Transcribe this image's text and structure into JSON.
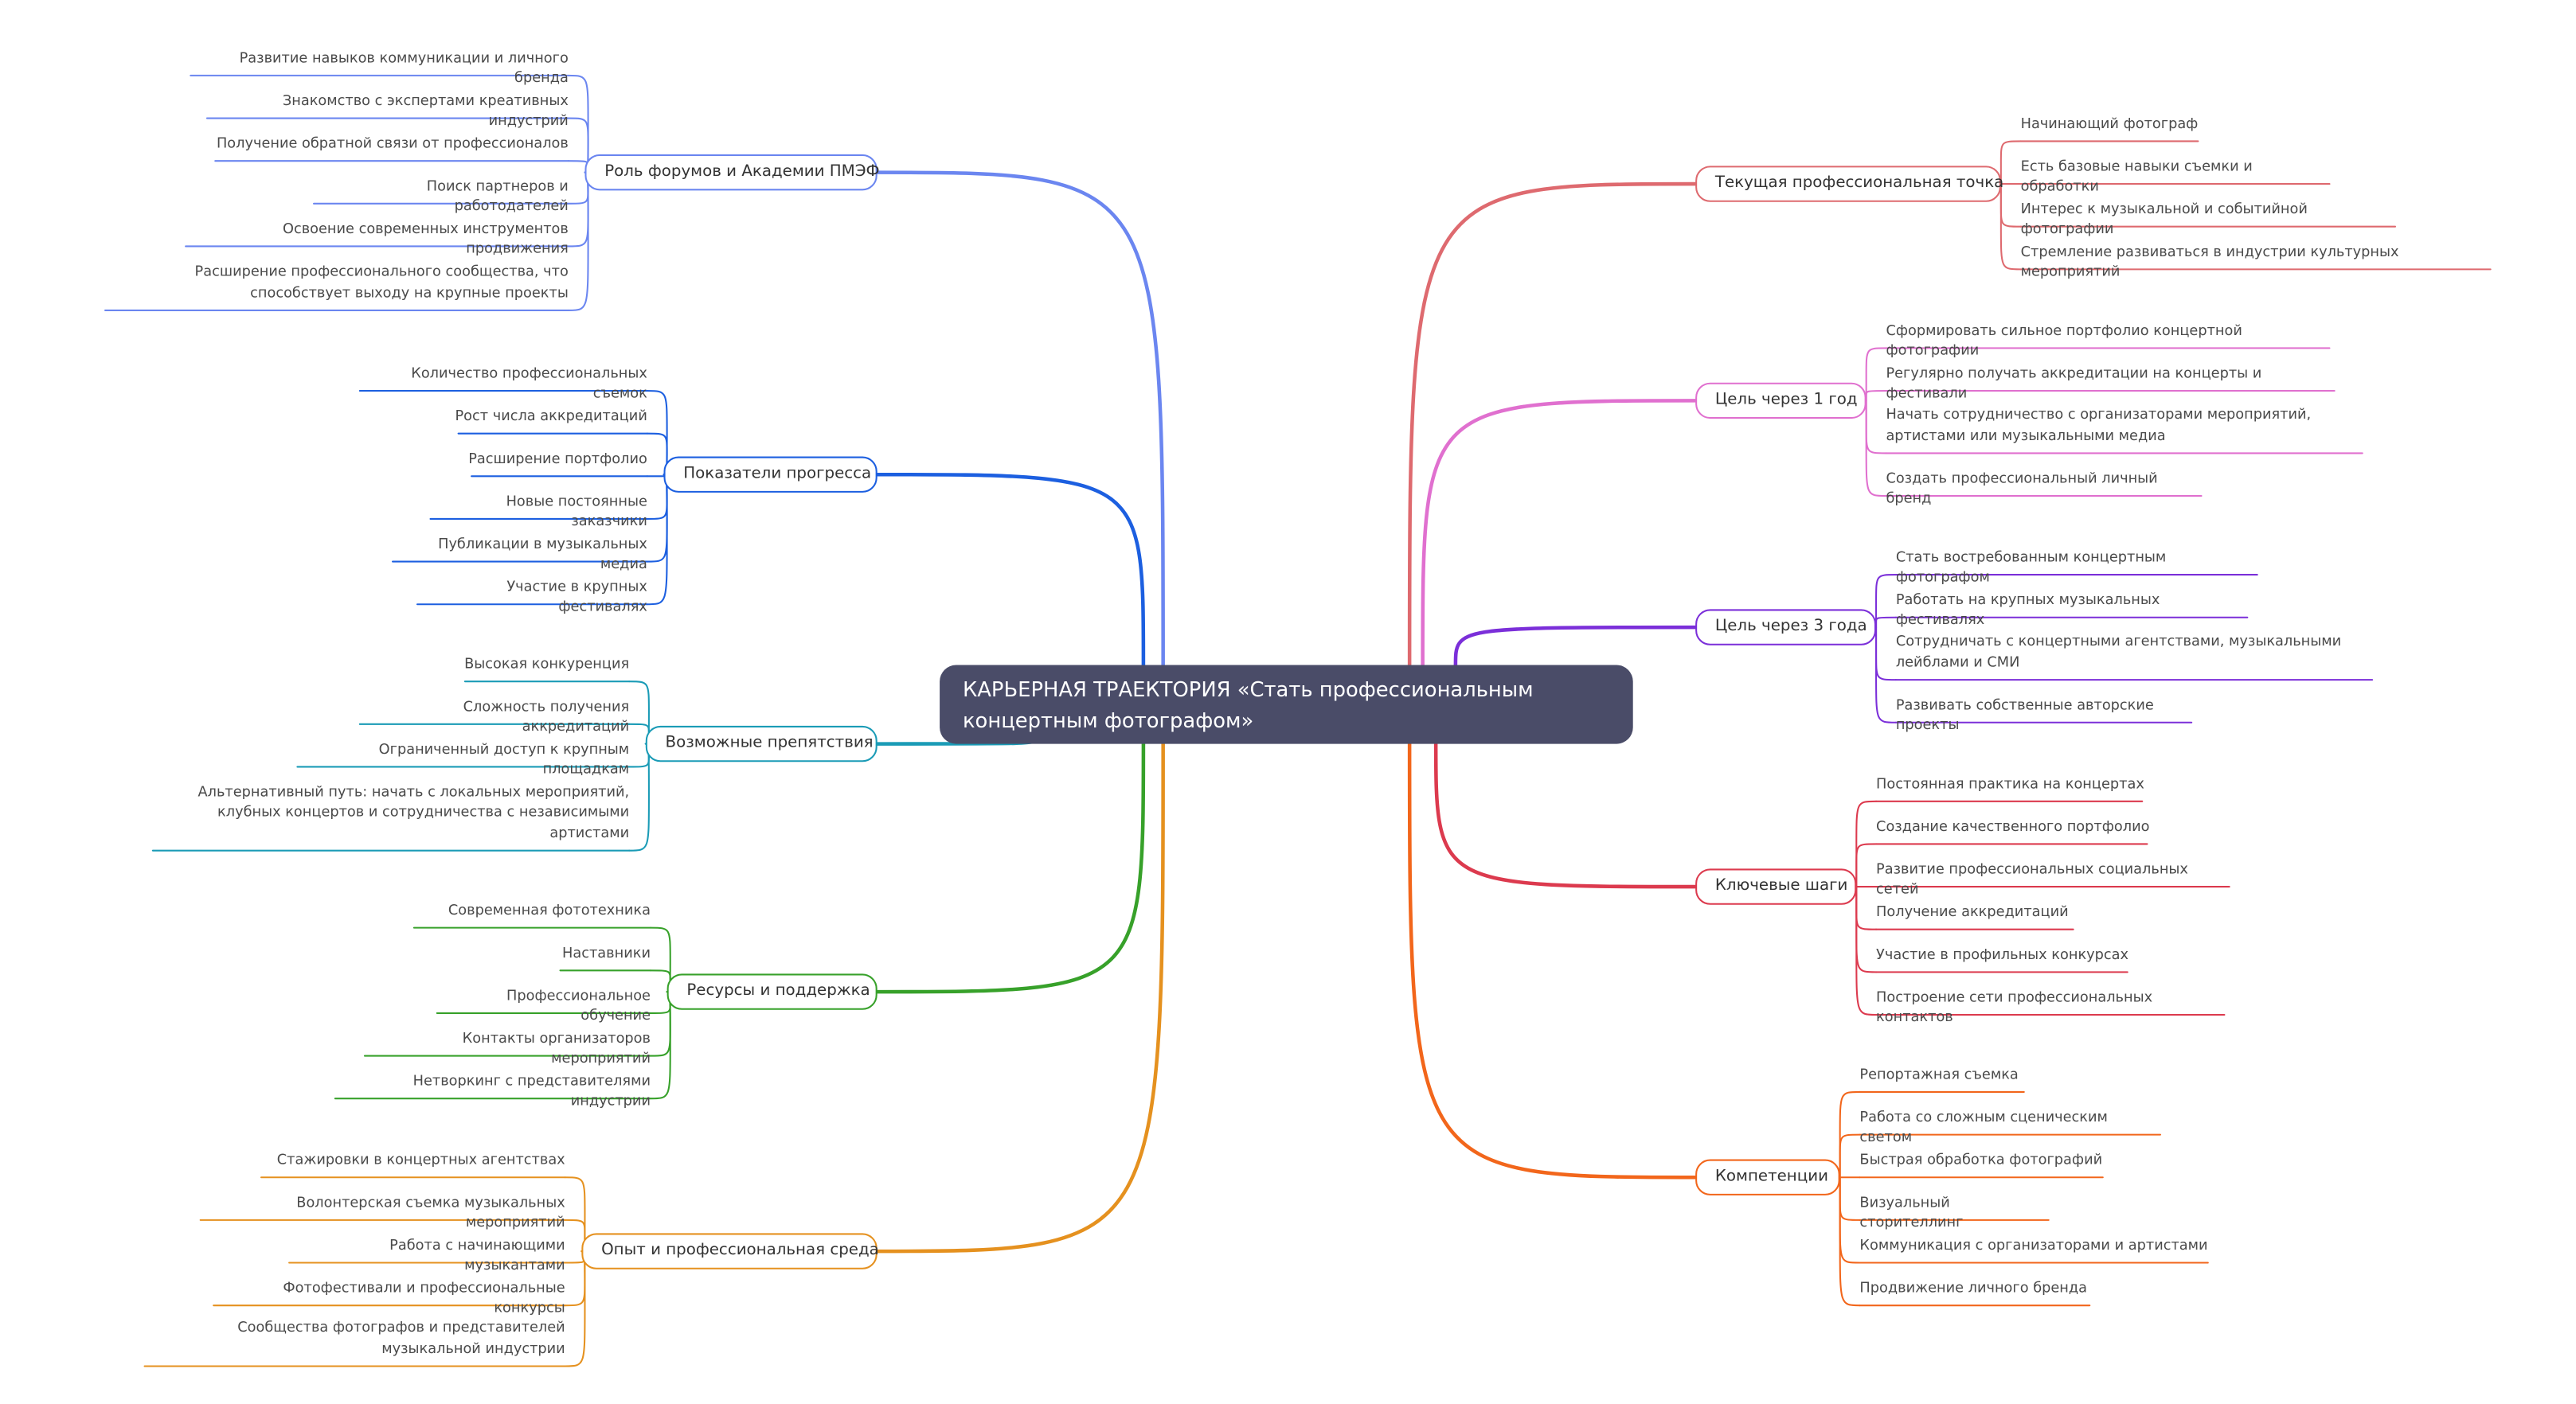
{
  "root": {
    "title": "КАРЬЕРНАЯ ТРАЕКТОРИЯ «Стать профессиональным концертным фотографом»"
  },
  "branches": [
    {
      "id": "b1",
      "label": "Роль форумов и Академии ПМЭФ",
      "color": "#6b86f0",
      "leaves": [
        "Развитие навыков коммуникации и личного бренда",
        "Знакомство с экспертами креативных индустрий",
        "Получение обратной связи от профессионалов",
        "Поиск партнеров и работодателей",
        "Освоение современных инструментов продвижения",
        "Расширение профессионального сообщества, что способствует выходу на крупные проекты"
      ]
    },
    {
      "id": "b2",
      "label": "Показатели прогресса",
      "color": "#1c5fe0",
      "leaves": [
        "Количество профессиональных съемок",
        "Рост числа аккредитаций",
        "Расширение портфолио",
        "Новые постоянные заказчики",
        "Публикации в музыкальных медиа",
        "Участие в крупных фестивалях"
      ]
    },
    {
      "id": "b3",
      "label": "Возможные препятствия",
      "color": "#1a9bb6",
      "leaves": [
        "Высокая конкуренция",
        "Сложность получения аккредитаций",
        "Ограниченный доступ к крупным площадкам",
        "Альтернативный путь: начать с локальных мероприятий, клубных концертов и сотрудничества с независимыми артистами"
      ]
    },
    {
      "id": "b4",
      "label": "Ресурсы и поддержка",
      "color": "#37a12a",
      "leaves": [
        "Современная фототехника",
        "Наставники",
        "Профессиональное обучение",
        "Контакты организаторов мероприятий",
        "Нетворкинг с представителями индустрии"
      ]
    },
    {
      "id": "b5",
      "label": "Опыт и профессиональная среда",
      "color": "#e5911f",
      "leaves": [
        "Стажировки в концертных агентствах",
        "Волонтерская съемка музыкальных мероприятий",
        "Работа с начинающими музыкантами",
        "Фотофестивали и профессиональные конкурсы",
        "Сообщества фотографов и представителей музыкальной индустрии"
      ]
    },
    {
      "id": "b6",
      "label": "Текущая профессиональная точка",
      "color": "#de6a6f",
      "leaves": [
        "Начинающий фотограф",
        "Есть базовые навыки съемки и обработки",
        "Интерес к музыкальной и событийной фотографии",
        "Стремление развиваться в индустрии культурных мероприятий"
      ]
    },
    {
      "id": "b7",
      "label": "Цель через 1 год",
      "color": "#e070cf",
      "leaves": [
        "Сформировать сильное портфолио концертной фотографии",
        "Регулярно получать аккредитации на концерты и фестивали",
        "Начать сотрудничество с организаторами мероприятий, артистами или музыкальными медиа",
        "Создать профессиональный личный бренд"
      ]
    },
    {
      "id": "b8",
      "label": "Цель через 3 года",
      "color": "#7b2fd9",
      "leaves": [
        "Стать востребованным концертным фотографом",
        "Работать на крупных музыкальных фестивалях",
        "Сотрудничать с концертными агентствами, музыкальными лейблами и СМИ",
        "Развивать собственные авторские проекты"
      ]
    },
    {
      "id": "b9",
      "label": "Ключевые шаги",
      "color": "#dc3a4e",
      "leaves": [
        "Постоянная практика на концертах",
        "Создание качественного портфолио",
        "Развитие профессиональных социальных сетей",
        "Получение аккредитаций",
        "Участие в профильных конкурсах",
        "Построение сети профессиональных контактов"
      ]
    },
    {
      "id": "b10",
      "label": "Компетенции",
      "color": "#f2661b",
      "leaves": [
        "Репортажная съемка",
        "Работа со сложным сценическим светом",
        "Быстрая обработка фотографий",
        "Визуальный сторителлинг",
        "Коммуникация с организаторами и артистами",
        "Продвижение личного бренда"
      ]
    }
  ]
}
